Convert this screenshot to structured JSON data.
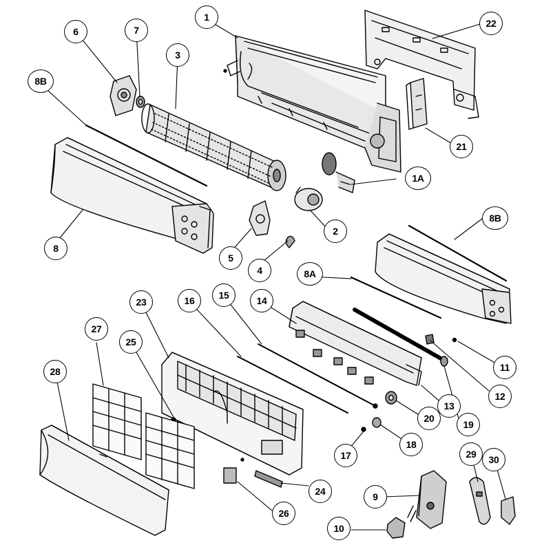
{
  "callouts": [
    {
      "id": "p1",
      "label": "1"
    },
    {
      "id": "p1a",
      "label": "1A"
    },
    {
      "id": "p2",
      "label": "2"
    },
    {
      "id": "p3",
      "label": "3"
    },
    {
      "id": "p4",
      "label": "4"
    },
    {
      "id": "p5",
      "label": "5"
    },
    {
      "id": "p6",
      "label": "6"
    },
    {
      "id": "p7",
      "label": "7"
    },
    {
      "id": "p8",
      "label": "8"
    },
    {
      "id": "p8a",
      "label": "8A"
    },
    {
      "id": "p8b_left",
      "label": "8B"
    },
    {
      "id": "p8b_right",
      "label": "8B"
    },
    {
      "id": "p9",
      "label": "9"
    },
    {
      "id": "p10",
      "label": "10"
    },
    {
      "id": "p11",
      "label": "11"
    },
    {
      "id": "p12",
      "label": "12"
    },
    {
      "id": "p13",
      "label": "13"
    },
    {
      "id": "p14",
      "label": "14"
    },
    {
      "id": "p15",
      "label": "15"
    },
    {
      "id": "p16",
      "label": "16"
    },
    {
      "id": "p17",
      "label": "17"
    },
    {
      "id": "p18",
      "label": "18"
    },
    {
      "id": "p19",
      "label": "19"
    },
    {
      "id": "p20",
      "label": "20"
    },
    {
      "id": "p21",
      "label": "21"
    },
    {
      "id": "p22",
      "label": "22"
    },
    {
      "id": "p23",
      "label": "23"
    },
    {
      "id": "p24",
      "label": "24"
    },
    {
      "id": "p25",
      "label": "25"
    },
    {
      "id": "p26",
      "label": "26"
    },
    {
      "id": "p27",
      "label": "27"
    },
    {
      "id": "p28",
      "label": "28"
    },
    {
      "id": "p29",
      "label": "29"
    },
    {
      "id": "p30",
      "label": "30"
    }
  ]
}
